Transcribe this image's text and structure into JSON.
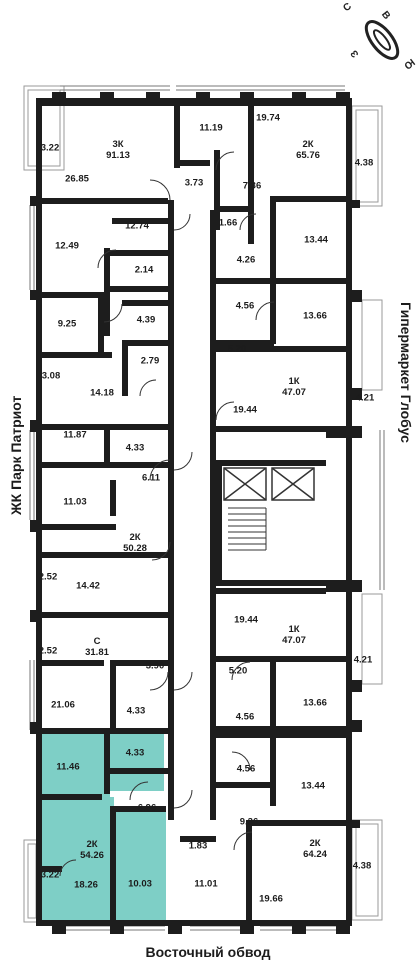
{
  "colors": {
    "wall": "#1d1d1d",
    "highlight": "#7ecfc6",
    "frame": "#9a9a9a"
  },
  "compass": {
    "n": "С",
    "s": "Ю",
    "e": "В",
    "w": "З"
  },
  "surroundings": {
    "left": "ЖК Парк Патриот",
    "right": "Гипермаркет Глобус",
    "bottom": "Восточный обвод"
  },
  "rooms": [
    {
      "id": "r-3-22-top",
      "text": [
        "3.22"
      ]
    },
    {
      "id": "r-3k",
      "text": [
        "3К",
        "91.13"
      ]
    },
    {
      "id": "r-26-85",
      "text": [
        "26.85"
      ]
    },
    {
      "id": "r-11-19",
      "text": [
        "11.19"
      ]
    },
    {
      "id": "r-19-74",
      "text": [
        "19.74"
      ]
    },
    {
      "id": "r-2k-65",
      "text": [
        "2К",
        "65.76"
      ]
    },
    {
      "id": "r-4-38-top",
      "text": [
        "4.38"
      ]
    },
    {
      "id": "r-3-73",
      "text": [
        "3.73"
      ]
    },
    {
      "id": "r-7-36",
      "text": [
        "7.36"
      ]
    },
    {
      "id": "r-12-74",
      "text": [
        "12.74"
      ]
    },
    {
      "id": "r-1-66",
      "text": [
        "1.66"
      ]
    },
    {
      "id": "r-13-44-a",
      "text": [
        "13.44"
      ]
    },
    {
      "id": "r-12-49",
      "text": [
        "12.49"
      ]
    },
    {
      "id": "r-4-26",
      "text": [
        "4.26"
      ]
    },
    {
      "id": "r-2-14",
      "text": [
        "2.14"
      ]
    },
    {
      "id": "r-4-56-a",
      "text": [
        "4.56"
      ]
    },
    {
      "id": "r-13-66-a",
      "text": [
        "13.66"
      ]
    },
    {
      "id": "r-9-25",
      "text": [
        "9.25"
      ]
    },
    {
      "id": "r-4-39",
      "text": [
        "4.39"
      ]
    },
    {
      "id": "r-5-20-a",
      "text": [
        "5.20"
      ]
    },
    {
      "id": "r-2-79",
      "text": [
        "2.79"
      ]
    },
    {
      "id": "r-1k-a",
      "text": [
        "1К",
        "47.07"
      ]
    },
    {
      "id": "r-3-08",
      "text": [
        "3.08"
      ]
    },
    {
      "id": "r-14-18",
      "text": [
        "14.18"
      ]
    },
    {
      "id": "r-4-21-a",
      "text": [
        "4.21"
      ]
    },
    {
      "id": "r-19-44-a",
      "text": [
        "19.44"
      ]
    },
    {
      "id": "r-11-87",
      "text": [
        "11.87"
      ]
    },
    {
      "id": "r-4-33-a",
      "text": [
        "4.33"
      ]
    },
    {
      "id": "r-6-11",
      "text": [
        "6.11"
      ]
    },
    {
      "id": "r-11-03",
      "text": [
        "11.03"
      ]
    },
    {
      "id": "r-2k-50",
      "text": [
        "2К",
        "50.28"
      ]
    },
    {
      "id": "r-2-52-a",
      "text": [
        "2.52"
      ]
    },
    {
      "id": "r-14-42",
      "text": [
        "14.42"
      ]
    },
    {
      "id": "r-19-44-b",
      "text": [
        "19.44"
      ]
    },
    {
      "id": "r-1k-b",
      "text": [
        "1К",
        "47.07"
      ]
    },
    {
      "id": "r-4-21-b",
      "text": [
        "4.21"
      ]
    },
    {
      "id": "r-2-52-b",
      "text": [
        "2.52"
      ]
    },
    {
      "id": "r-c",
      "text": [
        "С",
        "31.81"
      ]
    },
    {
      "id": "r-3-90",
      "text": [
        "3.90"
      ]
    },
    {
      "id": "r-5-20-b",
      "text": [
        "5.20"
      ]
    },
    {
      "id": "r-21-06",
      "text": [
        "21.06"
      ]
    },
    {
      "id": "r-4-33-b",
      "text": [
        "4.33"
      ]
    },
    {
      "id": "r-13-66-b",
      "text": [
        "13.66"
      ]
    },
    {
      "id": "r-4-56-b",
      "text": [
        "4.56"
      ]
    },
    {
      "id": "r-11-46",
      "text": [
        "11.46"
      ]
    },
    {
      "id": "r-4-33-c",
      "text": [
        "4.33"
      ]
    },
    {
      "id": "r-4-56-c",
      "text": [
        "4.56"
      ]
    },
    {
      "id": "r-13-44-b",
      "text": [
        "13.44"
      ]
    },
    {
      "id": "r-6-96",
      "text": [
        "6.96"
      ]
    },
    {
      "id": "r-9-36",
      "text": [
        "9.36"
      ]
    },
    {
      "id": "r-2k-54",
      "text": [
        "2К",
        "54.26"
      ]
    },
    {
      "id": "r-1-83",
      "text": [
        "1.83"
      ]
    },
    {
      "id": "r-2k-64",
      "text": [
        "2К",
        "64.24"
      ]
    },
    {
      "id": "r-4-38-bot",
      "text": [
        "4.38"
      ]
    },
    {
      "id": "r-3-22-bot",
      "text": [
        "3.22"
      ]
    },
    {
      "id": "r-18-26",
      "text": [
        "18.26"
      ]
    },
    {
      "id": "r-10-03",
      "text": [
        "10.03"
      ]
    },
    {
      "id": "r-11-01",
      "text": [
        "11.01"
      ]
    },
    {
      "id": "r-19-66",
      "text": [
        "19.66"
      ]
    }
  ]
}
